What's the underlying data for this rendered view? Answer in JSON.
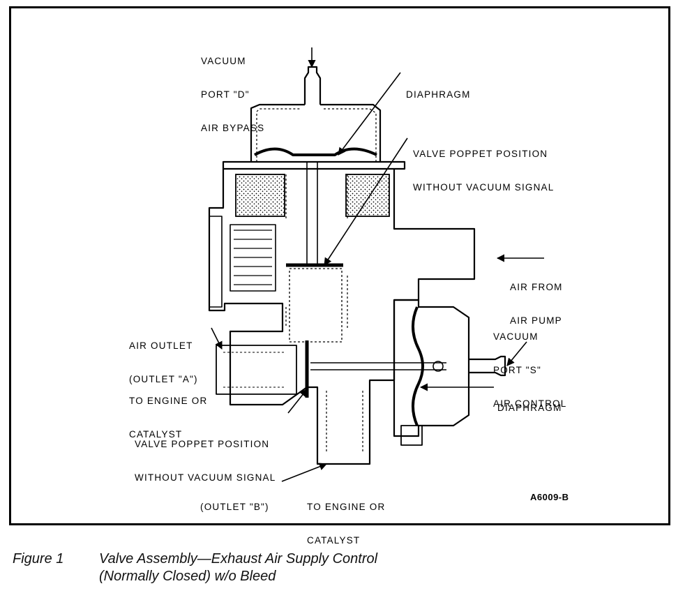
{
  "labels": {
    "vacuum_port_d": [
      "VACUUM",
      "PORT \"D\"",
      "AIR BYPASS"
    ],
    "diaphragm_top": "DIAPHRAGM",
    "poppet_top": [
      "VALVE POPPET POSITION",
      "WITHOUT VACUUM SIGNAL"
    ],
    "air_from_pump": [
      "AIR FROM",
      "AIR PUMP"
    ],
    "vacuum_port_s": [
      "VACUUM",
      "PORT \"S\"",
      "AIR CONTROL"
    ],
    "diaphragm_right": "DIAPHRAGM",
    "air_outlet_a": [
      "AIR OUTLET",
      "(OUTLET \"A\")"
    ],
    "to_engine_left": [
      "TO ENGINE OR",
      "CATALYST"
    ],
    "poppet_bottom": [
      "VALVE POPPET POSITION",
      "WITHOUT VACUUM SIGNAL"
    ],
    "outlet_b": "(OUTLET \"B\")",
    "to_engine_bottom": [
      "TO ENGINE OR",
      "CATALYST"
    ]
  },
  "figure_code": "A6009-B",
  "caption": {
    "number": "Figure 1",
    "line1": "Valve Assembly—Exhaust Air Supply Control",
    "line2": "(Normally Closed) w/o Bleed"
  }
}
